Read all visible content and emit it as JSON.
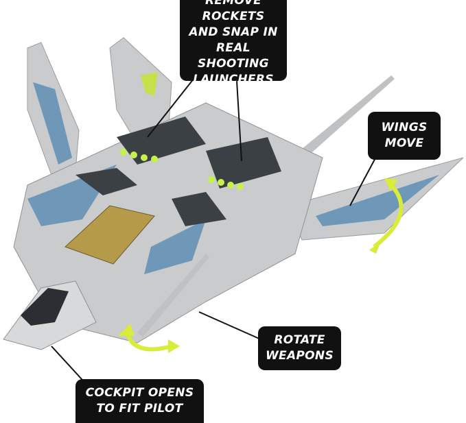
{
  "callouts": {
    "launchers": {
      "lines": [
        "REMOVE ROCKETS",
        "AND SNAP IN",
        "REAL SHOOTING",
        "LAUNCHERS"
      ]
    },
    "wings": {
      "lines": [
        "WINGS",
        "MOVE"
      ]
    },
    "weapons": {
      "lines": [
        "ROTATE",
        "WEAPONS"
      ]
    },
    "cockpit": {
      "lines": [
        "COCKPIT OPENS",
        "TO FIT PILOT"
      ]
    }
  },
  "colors": {
    "body": "#c9cbcd",
    "accent_blue": "#6f98b8",
    "dark": "#3a4043",
    "rocket_tip": "#c6f24a",
    "arrow": "#d9ec3a",
    "panel_gold": "#b59a4a"
  }
}
